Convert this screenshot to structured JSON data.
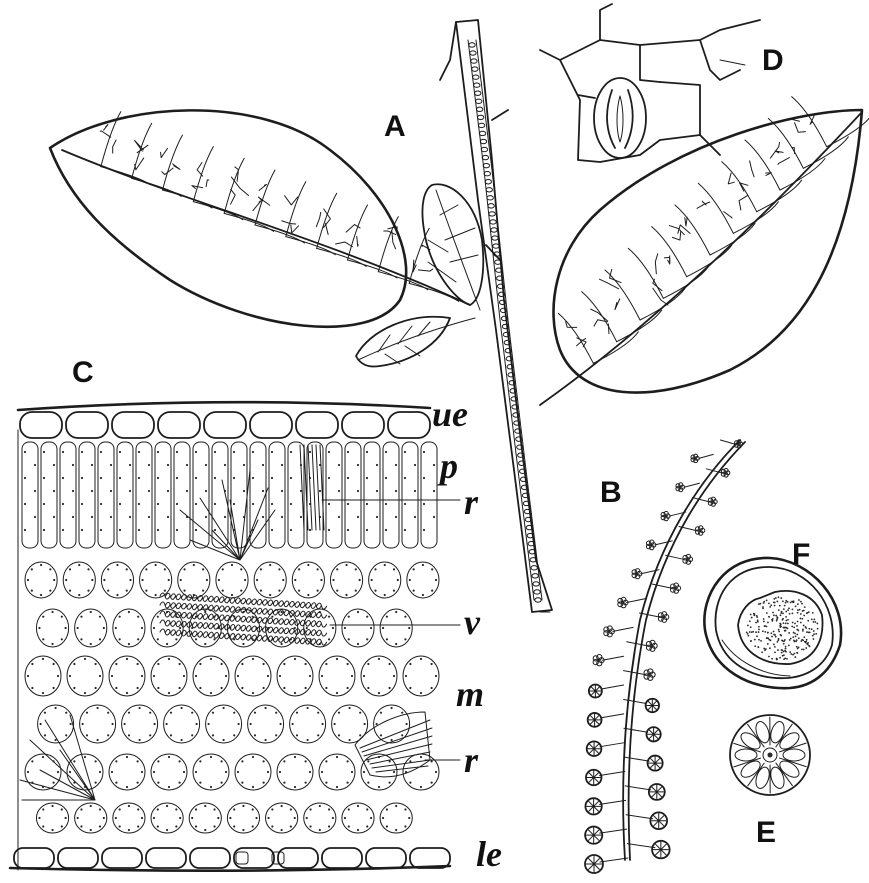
{
  "figure_labels": {
    "a": "A",
    "b": "B",
    "c": "C",
    "d": "D",
    "e": "E",
    "f": "F"
  },
  "section_labels": {
    "upper_epidermis": "ue",
    "palisade": "p",
    "raphides_upper": "r",
    "vein": "v",
    "mesophyll": "m",
    "raphides_lower": "r",
    "lower_epidermis": "le"
  }
}
